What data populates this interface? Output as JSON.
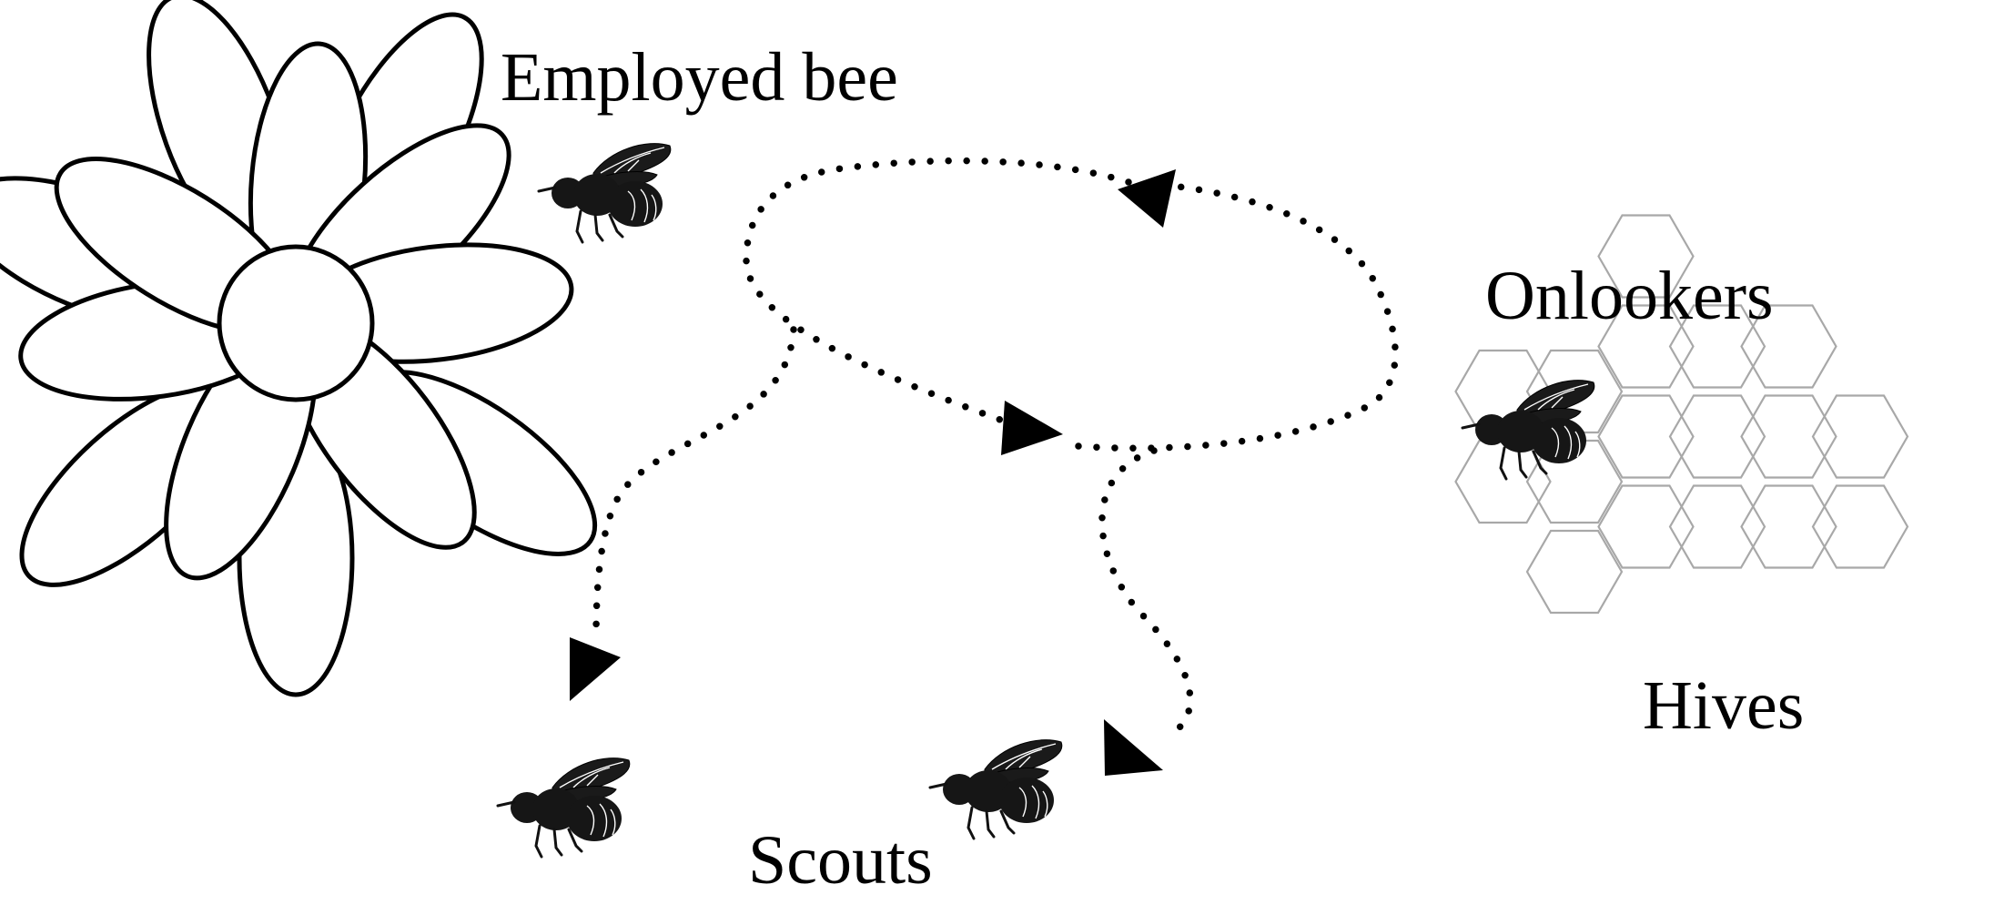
{
  "labels": {
    "employed": "Employed bee",
    "onlookers": "Onlookers",
    "hives": "Hives",
    "scouts": "Scouts"
  },
  "icons": {
    "flower": "flower-icon",
    "bee": "bee-icon",
    "hive": "honeycomb-icon"
  }
}
